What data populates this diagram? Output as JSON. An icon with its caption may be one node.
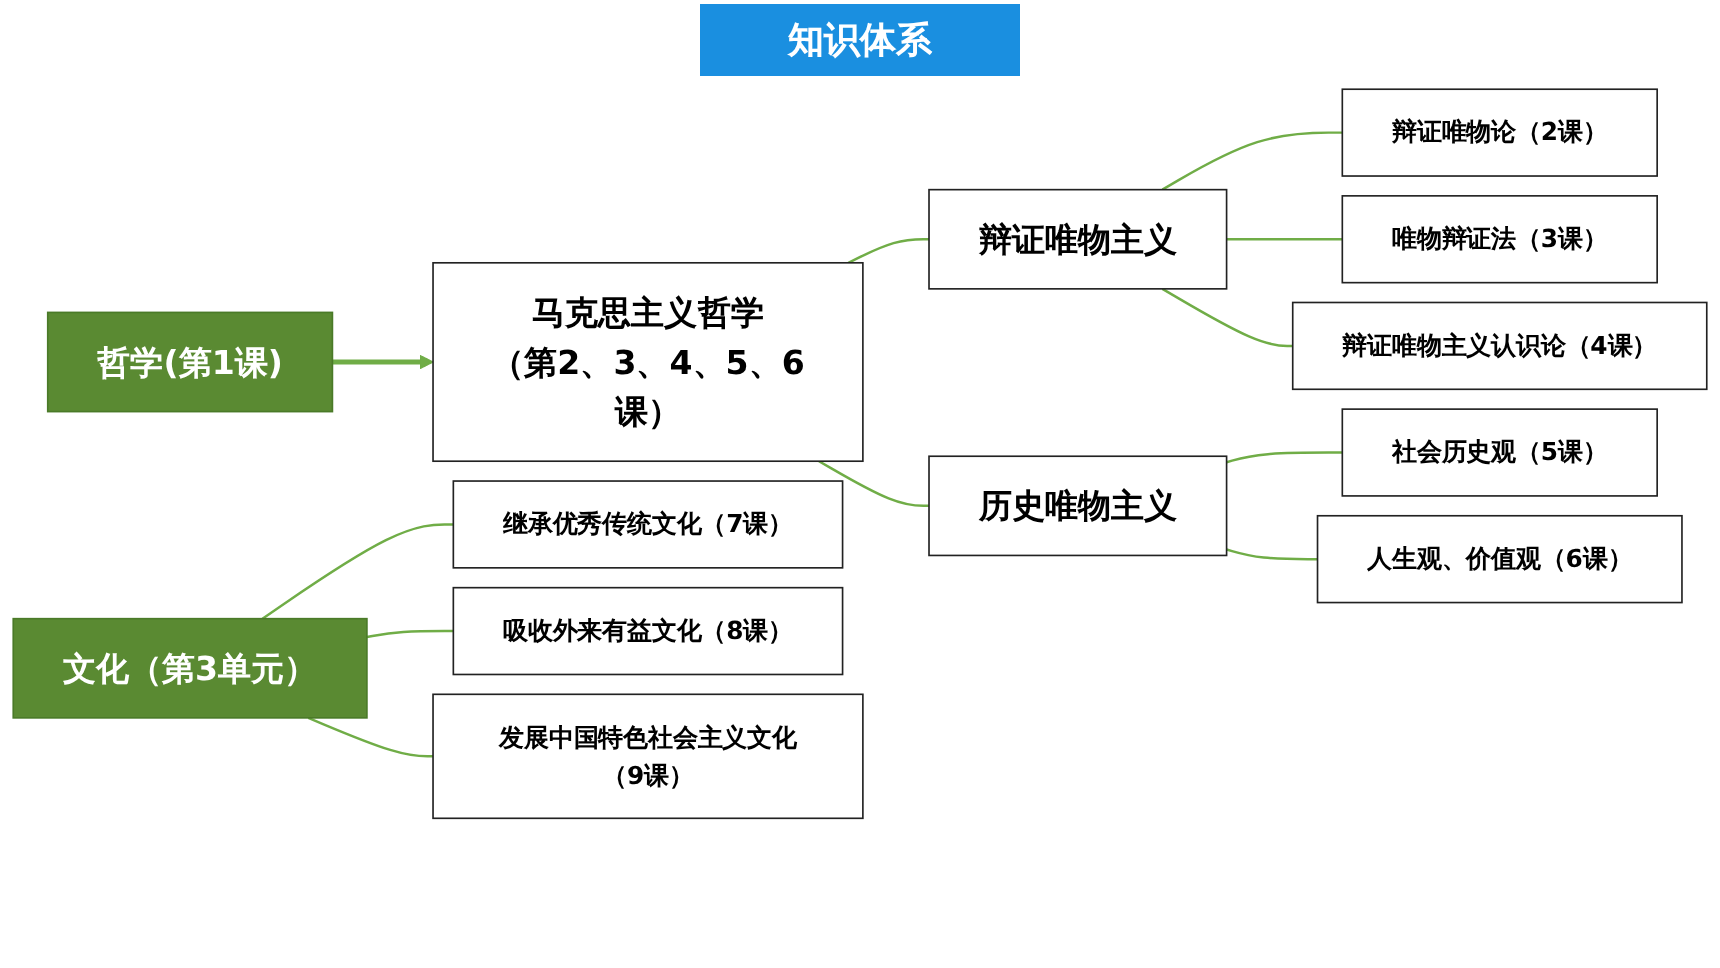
{
  "diagram": {
    "title": "知识体系",
    "nodes": [
      {
        "text": [
          "哲学(第1课)"
        ]
      },
      {
        "text": [
          "马克思主义哲学",
          "（第2、3、4、5、6课）"
        ]
      },
      {
        "text": [
          "辩证唯物主义"
        ]
      },
      {
        "text": [
          "辩证**唯物论**（2课）"
        ]
      },
      {
        "text": [
          "唯物**辩证法**（3课）"
        ]
      },
      {
        "text": [
          "辩证唯物主义**认识论**（4课）"
        ]
      },
      {
        "text": [
          "历史唯物主义"
        ]
      },
      {
        "text": [
          "社会历史观（5课）"
        ]
      },
      {
        "text": [
          "人生观、价值观（6课）"
        ]
      },
      {
        "text": [
          "文化（第3单元）"
        ]
      },
      {
        "text": [
          "继承优秀传统文化（7课）"
        ]
      },
      {
        "text": [
          "吸收外来有益文化（8课）"
        ]
      },
      {
        "text": [
          "发展中国特色社会主义文化（9课）"
        ]
      }
    ],
    "edges": [
      {
        "from": 0,
        "to": 1,
        "arrow": "to"
      },
      {
        "from": 1,
        "to": 2,
        "arrow": "none"
      },
      {
        "from": 1,
        "to": 6,
        "arrow": "none"
      },
      {
        "from": 2,
        "to": 3,
        "arrow": "none"
      },
      {
        "from": 2,
        "to": 4,
        "arrow": "none"
      },
      {
        "from": 2,
        "to": 5,
        "arrow": "none"
      },
      {
        "from": 6,
        "to": 7,
        "arrow": "none"
      },
      {
        "from": 6,
        "to": 8,
        "arrow": "none"
      },
      {
        "from": 9,
        "to": 10,
        "arrow": "none"
      },
      {
        "from": 9,
        "to": 11,
        "arrow": "none"
      },
      {
        "from": 9,
        "to": 12,
        "arrow": "none"
      }
    ]
  }
}
